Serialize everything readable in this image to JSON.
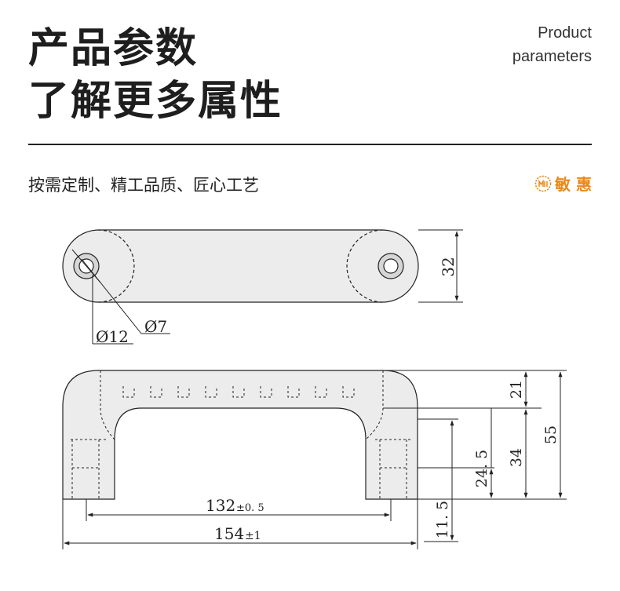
{
  "header": {
    "title_line1": "产品参数",
    "title_line2": "了解更多属性",
    "subtitle_en_line1": "Product",
    "subtitle_en_line2": "parameters"
  },
  "tagline": "按需定制、精工品质、匠心工艺",
  "brand": {
    "name": "敏 惠",
    "color": "#e8891c"
  },
  "dimensions": {
    "top_view_height": "32",
    "outer_dia": "Ø12",
    "inner_dia": "Ø7",
    "height_21": "21",
    "height_55": "55",
    "height_34": "34",
    "height_24_5": "24. 5",
    "height_11_5": "11. 5",
    "inner_width": "132",
    "inner_width_tol": "±0. 5",
    "outer_width": "154",
    "outer_width_tol": "±1"
  }
}
